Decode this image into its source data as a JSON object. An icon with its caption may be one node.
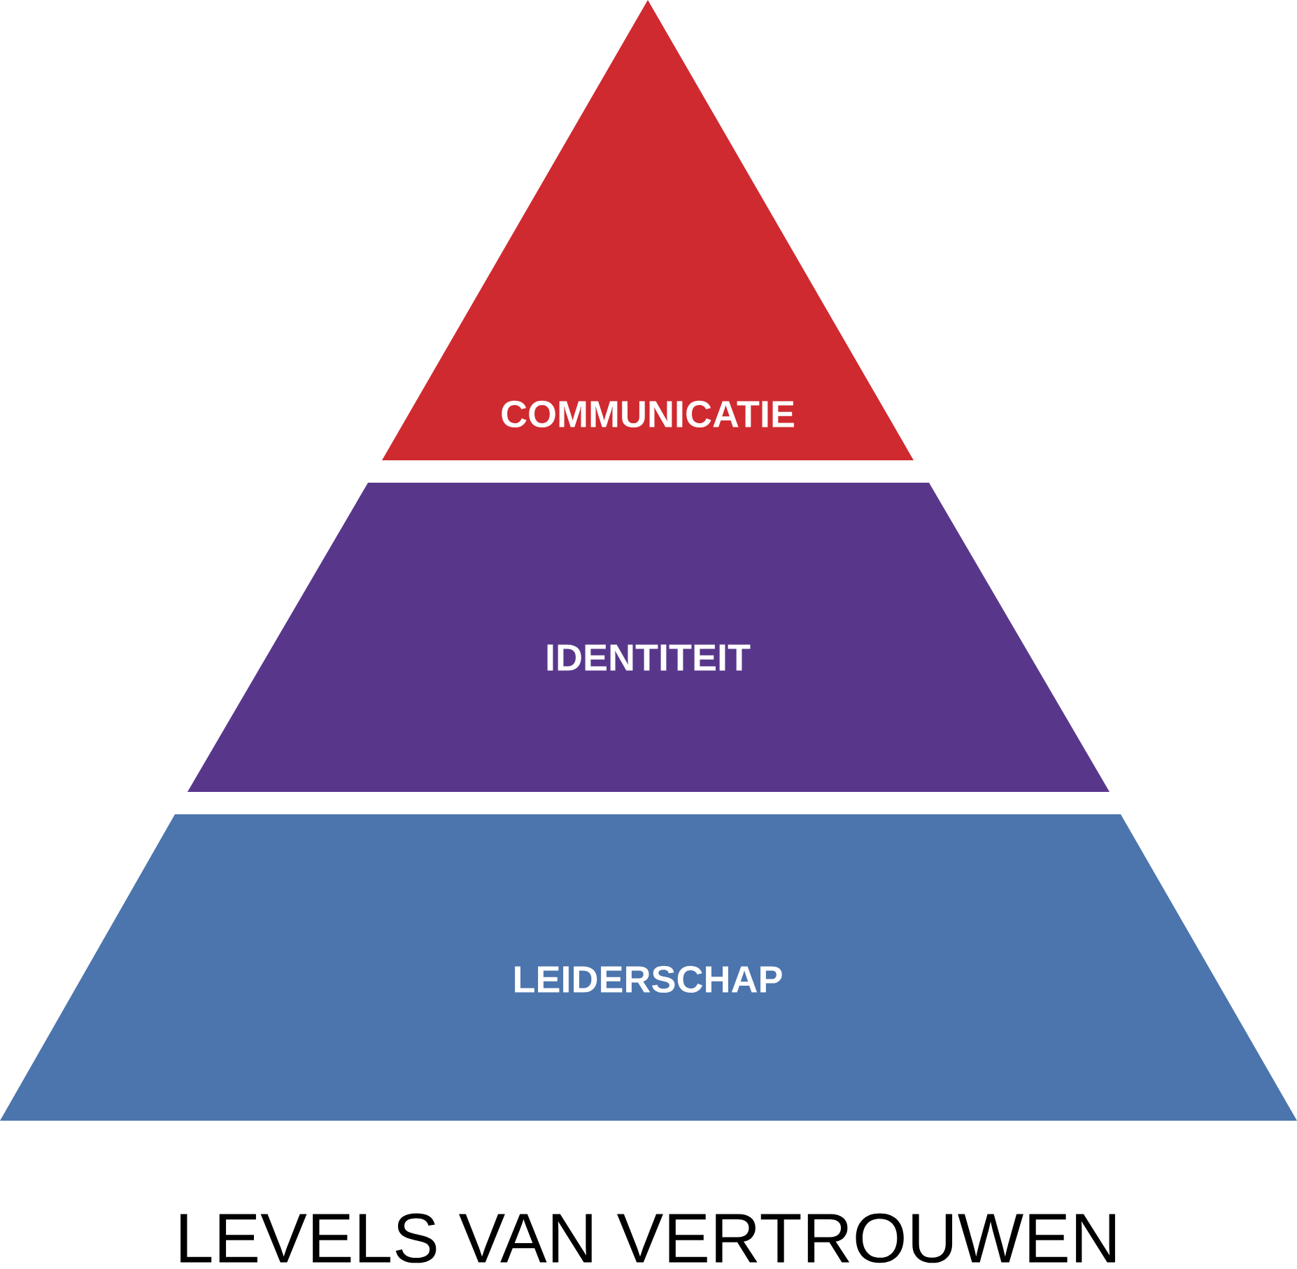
{
  "diagram": {
    "caption": "LEVELS VAN VERTROUWEN",
    "nodes": [
      {
        "text": [
          "COMMUNICATIE"
        ]
      },
      {
        "text": [
          "IDENTITEIT"
        ]
      },
      {
        "text": [
          "LEIDERSCHAP"
        ]
      }
    ]
  }
}
